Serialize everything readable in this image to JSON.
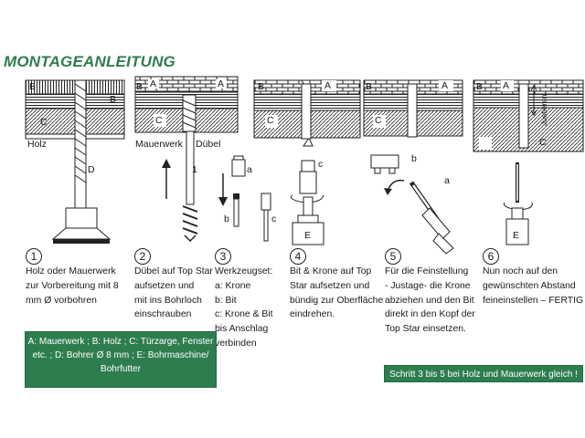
{
  "title": "MONTAGEANLEITUNG",
  "colors": {
    "accent": "#2e7d4f",
    "ink": "#1a1a1a"
  },
  "labels": {
    "holz": "Holz",
    "mauerwerk": "Mauerwerk",
    "duebel": "Dübel",
    "wall_a": "A",
    "wall_b": "B",
    "wall_c": "C",
    "d": "D",
    "e": "E",
    "a": "a",
    "b": "b",
    "c": "c",
    "one": "1",
    "justieren": "Justieren"
  },
  "steps": [
    {
      "number": "1",
      "lines": [
        "Holz oder Mauerwerk",
        "zur Vorbereitung mit 8",
        "mm Ø vorbohren"
      ]
    },
    {
      "number": "2",
      "lines": [
        "Dübel auf Top Star",
        "aufsetzen und",
        "mit ins Bohrloch",
        "einschrauben"
      ]
    },
    {
      "number": "3",
      "lines": [
        "Werkzeugset:",
        "a: Krone",
        "b: Bit",
        "c: Krone & Bit",
        "bis  Anschlag",
        "verbinden"
      ]
    },
    {
      "number": "4",
      "lines": [
        "Bit & Krone auf Top",
        "Star aufsetzen und",
        "bündig zur Oberfläche",
        "eindrehen."
      ]
    },
    {
      "number": "5",
      "lines": [
        "Für die Feinstellung",
        "- Justage- die Krone",
        "abziehen und den Bit",
        "direkt in den Kopf der",
        "Top Star einsetzen."
      ]
    },
    {
      "number": "6",
      "lines": [
        "Nun noch auf den",
        "gewünschten Abstand",
        "feineinstellen – FERTIG"
      ]
    }
  ],
  "legend": [
    "A: Mauerwerk ; B: Holz ; C: Türzarge, Fenster",
    "etc. ;  D: Bohrer Ø 8 mm ; E: Bohrmaschine/",
    "Bohrfutter"
  ],
  "note": "Schritt 3 bis 5 bei Holz und Mauerwerk gleich !"
}
